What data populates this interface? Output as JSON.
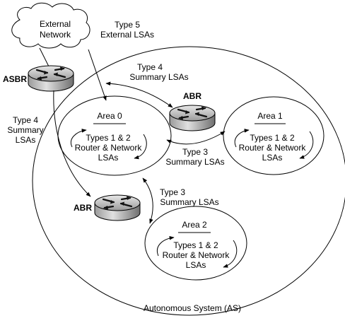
{
  "external_network": {
    "line1": "External",
    "line2": "Network"
  },
  "type5_label": {
    "line1": "Type 5",
    "line2": "External LSAs"
  },
  "asbr_label": "ASBR",
  "type4_left_label": {
    "line1": "Type 4",
    "line2": "Summary",
    "line3": "LSAs"
  },
  "type4_top_label": {
    "line1": "Type 4",
    "line2": "Summary LSAs"
  },
  "abr_top_label": "ABR",
  "abr_bottom_label": "ABR",
  "type3_middle_label": {
    "line1": "Type 3",
    "line2": "Summary LSAs"
  },
  "type3_lower_label": {
    "line1": "Type 3",
    "line2": "Summary LSAs"
  },
  "area0": {
    "title": "Area 0",
    "line1": "Types 1 & 2",
    "line2": "Router & Network",
    "line3": "LSAs"
  },
  "area1": {
    "title": "Area 1",
    "line1": "Types 1 & 2",
    "line2": "Router & Network",
    "line3": "LSAs"
  },
  "area2": {
    "title": "Area 2",
    "line1": "Types 1 & 2",
    "line2": "Router & Network",
    "line3": "LSAs"
  },
  "as_label": "Autonomous System (AS)",
  "icons": [
    "cloud-icon",
    "router-icon"
  ]
}
